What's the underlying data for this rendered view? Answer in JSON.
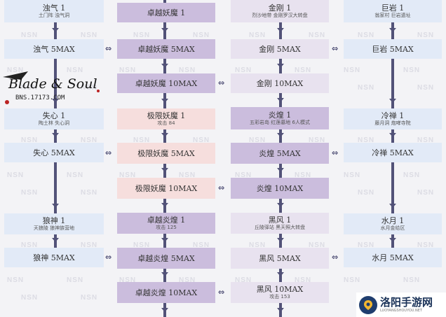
{
  "watermark": "NSN",
  "logo": {
    "title": "Blade & Soul",
    "sub": "BNS.17173.COM"
  },
  "site_badge": {
    "name": "洛阳手游网",
    "domain": "LUOYANGSHOUYOU.NET"
  },
  "col1": [
    {
      "title": "浊气 1",
      "sub": "土门阵 浊气洞"
    },
    {
      "title": "浊气 5MAX",
      "sub": ""
    },
    {
      "title": "失心 1",
      "sub": "陶土林 失心洞"
    },
    {
      "title": "失心 5MAX",
      "sub": ""
    },
    {
      "title": "狼神 1",
      "sub": "天狼陵 狼神族营地"
    },
    {
      "title": "狼神 5MAX",
      "sub": ""
    }
  ],
  "col2": [
    {
      "title": "卓越妖魔 1",
      "sub": ""
    },
    {
      "title": "卓越妖魔 5MAX",
      "sub": ""
    },
    {
      "title": "卓越妖魔 10MAX",
      "sub": ""
    },
    {
      "title": "极限妖魔 1",
      "sub": "攻击 84"
    },
    {
      "title": "极限妖魔 5MAX",
      "sub": ""
    },
    {
      "title": "极限妖魔 10MAX",
      "sub": ""
    },
    {
      "title": "卓越炎煌 1",
      "sub": "攻击 125"
    },
    {
      "title": "卓越炎煌 5MAX",
      "sub": ""
    },
    {
      "title": "卓越炎煌 10MAX",
      "sub": ""
    }
  ],
  "col3": [
    {
      "title": "金刚 1",
      "sub": "烈沙地带 金刚罗汉大转盘"
    },
    {
      "title": "金刚 5MAX",
      "sub": ""
    },
    {
      "title": "金刚 10MAX",
      "sub": ""
    },
    {
      "title": "炎煌 1",
      "sub": "五彩岩岛 红莲墓地 6人模式"
    },
    {
      "title": "炎煌 5MAX",
      "sub": ""
    },
    {
      "title": "炎煌 10MAX",
      "sub": ""
    },
    {
      "title": "黑风 1",
      "sub": "丘陵驿站 黑天照大转盘"
    },
    {
      "title": "黑风 5MAX",
      "sub": ""
    },
    {
      "title": "黑风 10MAX",
      "sub": "攻击 153"
    }
  ],
  "col4": [
    {
      "title": "巨岩 1",
      "sub": "翁家村 巨岩遗址"
    },
    {
      "title": "巨岩 5MAX",
      "sub": ""
    },
    {
      "title": "冷禅 1",
      "sub": "藤月洞 炮哮寺院"
    },
    {
      "title": "冷禅 5MAX",
      "sub": ""
    },
    {
      "title": "水月 1",
      "sub": "水月金给区"
    },
    {
      "title": "水月 5MAX",
      "sub": ""
    }
  ]
}
